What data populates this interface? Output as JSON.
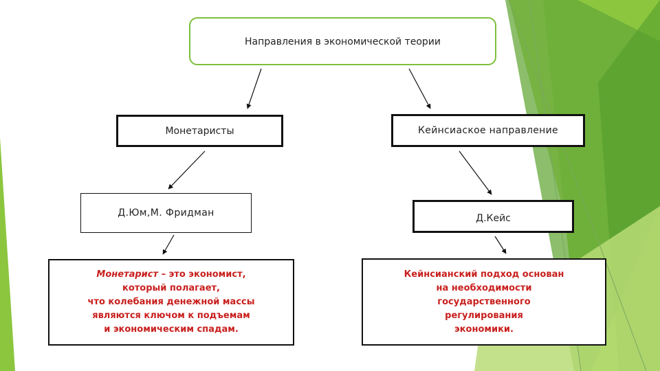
{
  "diagram": {
    "root": {
      "label": "Направления в экономической теории"
    },
    "branches": [
      {
        "label": "Монетаристы",
        "authors": "Д.Юм,М. Фридман",
        "definition": {
          "term": "Монетарист",
          "lines": [
            " – это экономист,",
            "который полагает,",
            "что колебания денежной массы",
            "являются ключом к подъемам",
            "и  экономическим спадам."
          ]
        }
      },
      {
        "label": "Кейнсиаское направление",
        "authors": "Д.Кейс",
        "definition": {
          "lines": [
            "Кейнсианский подход основан",
            "на необходимости",
            "государственного",
            "регулирования",
            "экономики."
          ]
        }
      }
    ]
  },
  "colors": {
    "accent_green": "#8cc63f",
    "dark_green": "#4e9a2a",
    "root_border": "#7cbf3b",
    "definition_text": "#c8201e"
  },
  "icons": [
    "arrow-icon"
  ]
}
